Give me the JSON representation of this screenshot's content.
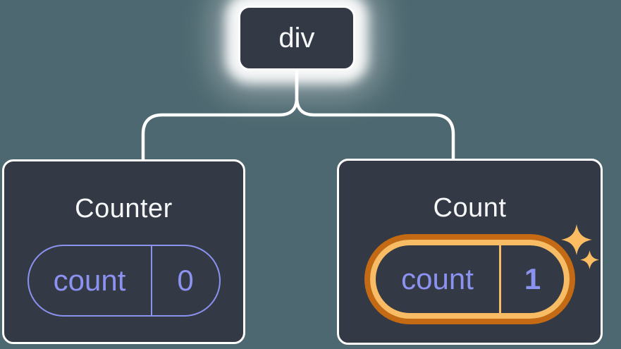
{
  "colors": {
    "bg": "#4d6870",
    "node-bg": "#333945",
    "node-border": "#ffffff",
    "line": "#ffffff",
    "text-light": "#f6f7f9",
    "purple": "#8b92f0",
    "orange-dark": "#c46a14",
    "orange-light": "#f8bd64",
    "sparkle": "#fbbc62"
  },
  "tree": {
    "root": {
      "label": "div"
    },
    "children": [
      {
        "title": "Counter",
        "state": {
          "name": "count",
          "value": "0"
        },
        "highlighted": false
      },
      {
        "title": "Count",
        "state": {
          "name": "count",
          "value": "1"
        },
        "highlighted": true
      }
    ]
  },
  "icons": {
    "sparkles": "four-point star glyphs marking newly created state"
  }
}
